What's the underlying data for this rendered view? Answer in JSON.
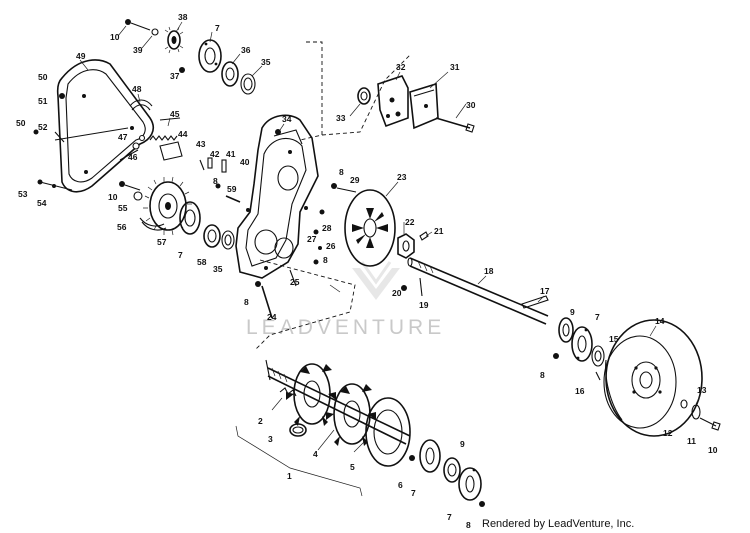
{
  "watermark": {
    "brand_text": "LEADVENTURE"
  },
  "credit": "Rendered by LeadVenture, Inc.",
  "labels": [
    {
      "id": "p10a",
      "text": "10"
    },
    {
      "id": "p39",
      "text": "39"
    },
    {
      "id": "p38",
      "text": "38"
    },
    {
      "id": "p7a",
      "text": "7"
    },
    {
      "id": "p36",
      "text": "36"
    },
    {
      "id": "p37",
      "text": "37"
    },
    {
      "id": "p35a",
      "text": "35"
    },
    {
      "id": "p49",
      "text": "49"
    },
    {
      "id": "p50a",
      "text": "50"
    },
    {
      "id": "p48",
      "text": "48"
    },
    {
      "id": "p51",
      "text": "51"
    },
    {
      "id": "p45",
      "text": "45"
    },
    {
      "id": "p50b",
      "text": "50"
    },
    {
      "id": "p52",
      "text": "52"
    },
    {
      "id": "p47",
      "text": "47"
    },
    {
      "id": "p44",
      "text": "44"
    },
    {
      "id": "p46",
      "text": "46"
    },
    {
      "id": "p34",
      "text": "34"
    },
    {
      "id": "p32",
      "text": "32"
    },
    {
      "id": "p31",
      "text": "31"
    },
    {
      "id": "p33",
      "text": "33"
    },
    {
      "id": "p30",
      "text": "30"
    },
    {
      "id": "p43",
      "text": "43"
    },
    {
      "id": "p42",
      "text": "42"
    },
    {
      "id": "p41",
      "text": "41"
    },
    {
      "id": "p40",
      "text": "40"
    },
    {
      "id": "p8a",
      "text": "8"
    },
    {
      "id": "p29",
      "text": "29"
    },
    {
      "id": "p23",
      "text": "23"
    },
    {
      "id": "p53",
      "text": "53"
    },
    {
      "id": "p54",
      "text": "54"
    },
    {
      "id": "p10b",
      "text": "10"
    },
    {
      "id": "p8b",
      "text": "8"
    },
    {
      "id": "p59",
      "text": "59"
    },
    {
      "id": "p55",
      "text": "55"
    },
    {
      "id": "p56",
      "text": "56"
    },
    {
      "id": "p57",
      "text": "57"
    },
    {
      "id": "p7b",
      "text": "7"
    },
    {
      "id": "p58",
      "text": "58"
    },
    {
      "id": "p35b",
      "text": "35"
    },
    {
      "id": "p28",
      "text": "28"
    },
    {
      "id": "p27",
      "text": "27"
    },
    {
      "id": "p26",
      "text": "26"
    },
    {
      "id": "p8c",
      "text": "8"
    },
    {
      "id": "p22",
      "text": "22"
    },
    {
      "id": "p21",
      "text": "21"
    },
    {
      "id": "p18",
      "text": "18"
    },
    {
      "id": "p25",
      "text": "25"
    },
    {
      "id": "p20",
      "text": "20"
    },
    {
      "id": "p19",
      "text": "19"
    },
    {
      "id": "p8d",
      "text": "8"
    },
    {
      "id": "p24",
      "text": "24"
    },
    {
      "id": "p17",
      "text": "17"
    },
    {
      "id": "p9a",
      "text": "9"
    },
    {
      "id": "p7c",
      "text": "7"
    },
    {
      "id": "p14",
      "text": "14"
    },
    {
      "id": "p15",
      "text": "15"
    },
    {
      "id": "p8e",
      "text": "8"
    },
    {
      "id": "p16",
      "text": "16"
    },
    {
      "id": "p13",
      "text": "13"
    },
    {
      "id": "p12",
      "text": "12"
    },
    {
      "id": "p11",
      "text": "11"
    },
    {
      "id": "p10c",
      "text": "10"
    },
    {
      "id": "p2",
      "text": "2"
    },
    {
      "id": "p3",
      "text": "3"
    },
    {
      "id": "p4",
      "text": "4"
    },
    {
      "id": "p9b",
      "text": "9"
    },
    {
      "id": "p5",
      "text": "5"
    },
    {
      "id": "p1",
      "text": "1"
    },
    {
      "id": "p6",
      "text": "6"
    },
    {
      "id": "p7d",
      "text": "7"
    },
    {
      "id": "p7e",
      "text": "7"
    },
    {
      "id": "p8f",
      "text": "8"
    }
  ]
}
